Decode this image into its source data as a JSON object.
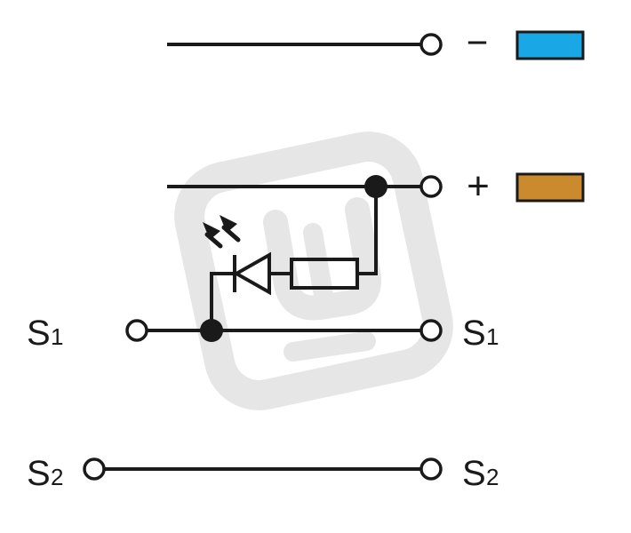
{
  "diagram": {
    "labels": {
      "s1_left": "S",
      "s1_left_sub": "1",
      "s1_right": "S",
      "s1_right_sub": "1",
      "s2_left": "S",
      "s2_left_sub": "2",
      "s2_right": "S",
      "s2_right_sub": "2",
      "minus_symbol": "−",
      "plus_symbol": "+"
    },
    "colors": {
      "line": "#1a1a1a",
      "minus_marker": "#1aa7e6",
      "plus_marker": "#cc8a2e",
      "watermark": "#e6e6e6",
      "background": "#ffffff"
    },
    "components": {
      "led": "led-diode-icon",
      "resistor": "resistor-icon",
      "watermark": "logo-watermark"
    }
  }
}
